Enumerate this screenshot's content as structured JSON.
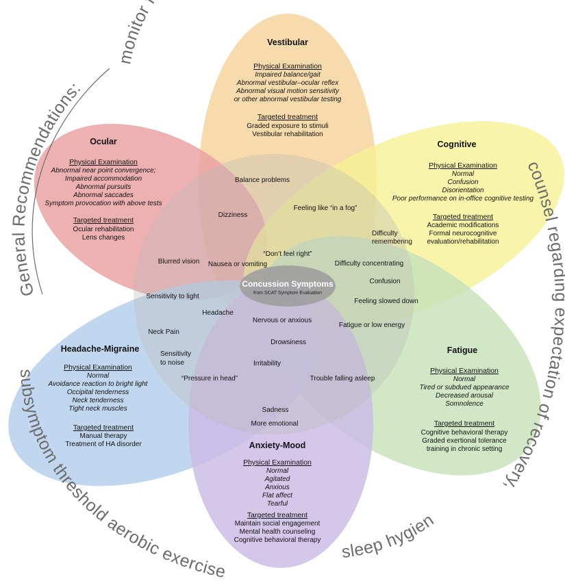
{
  "colors": {
    "vestibular": "#f6d7a3",
    "ocular": "#eba3a5",
    "cognitive": "#f6f194",
    "fatigue": "#c9e3bb",
    "anxiety": "#cbbde6",
    "headache": "#b6d0ec",
    "center_circle": "#b9b9b9",
    "center_oval": "#9e9e9e",
    "arc_text": "#6b6b6b"
  },
  "recommendations": {
    "top": "monitor for exacerbation of pre-existing conditions,",
    "left": "General Recommendations:",
    "right": "counsel regarding expectation of recovery,",
    "bottom_left": "subsymptom threshold aerobic exercise",
    "bottom_right": "sleep hygiene,"
  },
  "center": {
    "title": "Concussion Symptoms",
    "subtitle": "from SCAT Symptom Evaluation"
  },
  "symptoms": [
    "Balance problems",
    "Dizziness",
    "Feeling like “in a fog”",
    "Difficulty",
    "remembering",
    "“Don’t feel right”",
    "Nausea or vomiting",
    "Difficulty concentrating",
    "Blurred vision",
    "Confusion",
    "Sensitivity to light",
    "Feeling slowed down",
    "Headache",
    "Nervous or anxious",
    "Fatigue or low energy",
    "Neck Pain",
    "Drowsiness",
    "Sensitivity",
    "to noise",
    "Irritability",
    "“Pressure in head”",
    "Trouble falling asleep",
    "Sadness",
    "More emotional"
  ],
  "petals": {
    "vestibular": {
      "title": "Vestibular",
      "exam_header": "Physical Examination",
      "exam": [
        "Impaired balance/gait",
        "Abnormal vestibular–ocular reflex",
        "Abnormal visual motion sensitivity",
        "or other  abnormal vestibular testing"
      ],
      "treat_header": "Targeted treatment",
      "treat": [
        "Graded exposure to stimuli",
        "Vestibular rehabilitation"
      ]
    },
    "ocular": {
      "title": "Ocular",
      "exam_header": "Physical Examination",
      "exam": [
        "Abnormal near point convergence;",
        "Impaired accommodation",
        "Abnormal pursuits",
        "Abnormal saccades",
        "Symptom provocation with above tests"
      ],
      "treat_header": "Targeted treatment",
      "treat": [
        "Ocular rehabilitation",
        "Lens changes"
      ]
    },
    "cognitive": {
      "title": "Cognitive",
      "exam_header": "Physical Examination",
      "exam": [
        "Normal",
        "Confusion",
        "Disorientation",
        "Poor performance on in-office cognitive testing"
      ],
      "treat_header": "Targeted treatment",
      "treat": [
        "Academic modifications",
        "Formal neurocognitive",
        "evaluation/rehabilitation"
      ]
    },
    "headache": {
      "title": "Headache-Migraine",
      "exam_header": "Physical Examination",
      "exam": [
        "Normal",
        "Avoidance reaction to bright light",
        "Occipital tenderness",
        "Neck tenderness",
        "Tight neck muscles"
      ],
      "treat_header": "Targeted treatment",
      "treat": [
        "Manual therapy",
        "Treatment of HA disorder"
      ]
    },
    "fatigue": {
      "title": "Fatigue",
      "exam_header": "Physical Examination",
      "exam": [
        "Normal",
        "Tired or subdued appearance",
        "Decreased arousal",
        "Somnolence"
      ],
      "treat_header": "Targeted treatment",
      "treat": [
        "Cognitive behavioral therapy",
        "Graded exertional tolerance",
        "training in chronic setting"
      ]
    },
    "anxiety": {
      "title": "Anxiety-Mood",
      "exam_header": "Physical Examination",
      "exam": [
        "Normal",
        "Agitated",
        "Anxious",
        "Flat affect",
        "Tearful"
      ],
      "treat_header": "Targeted treatment",
      "treat": [
        "Maintain social engagement",
        "Mental health counseling",
        "Cognitive behavioral therapy"
      ]
    }
  }
}
